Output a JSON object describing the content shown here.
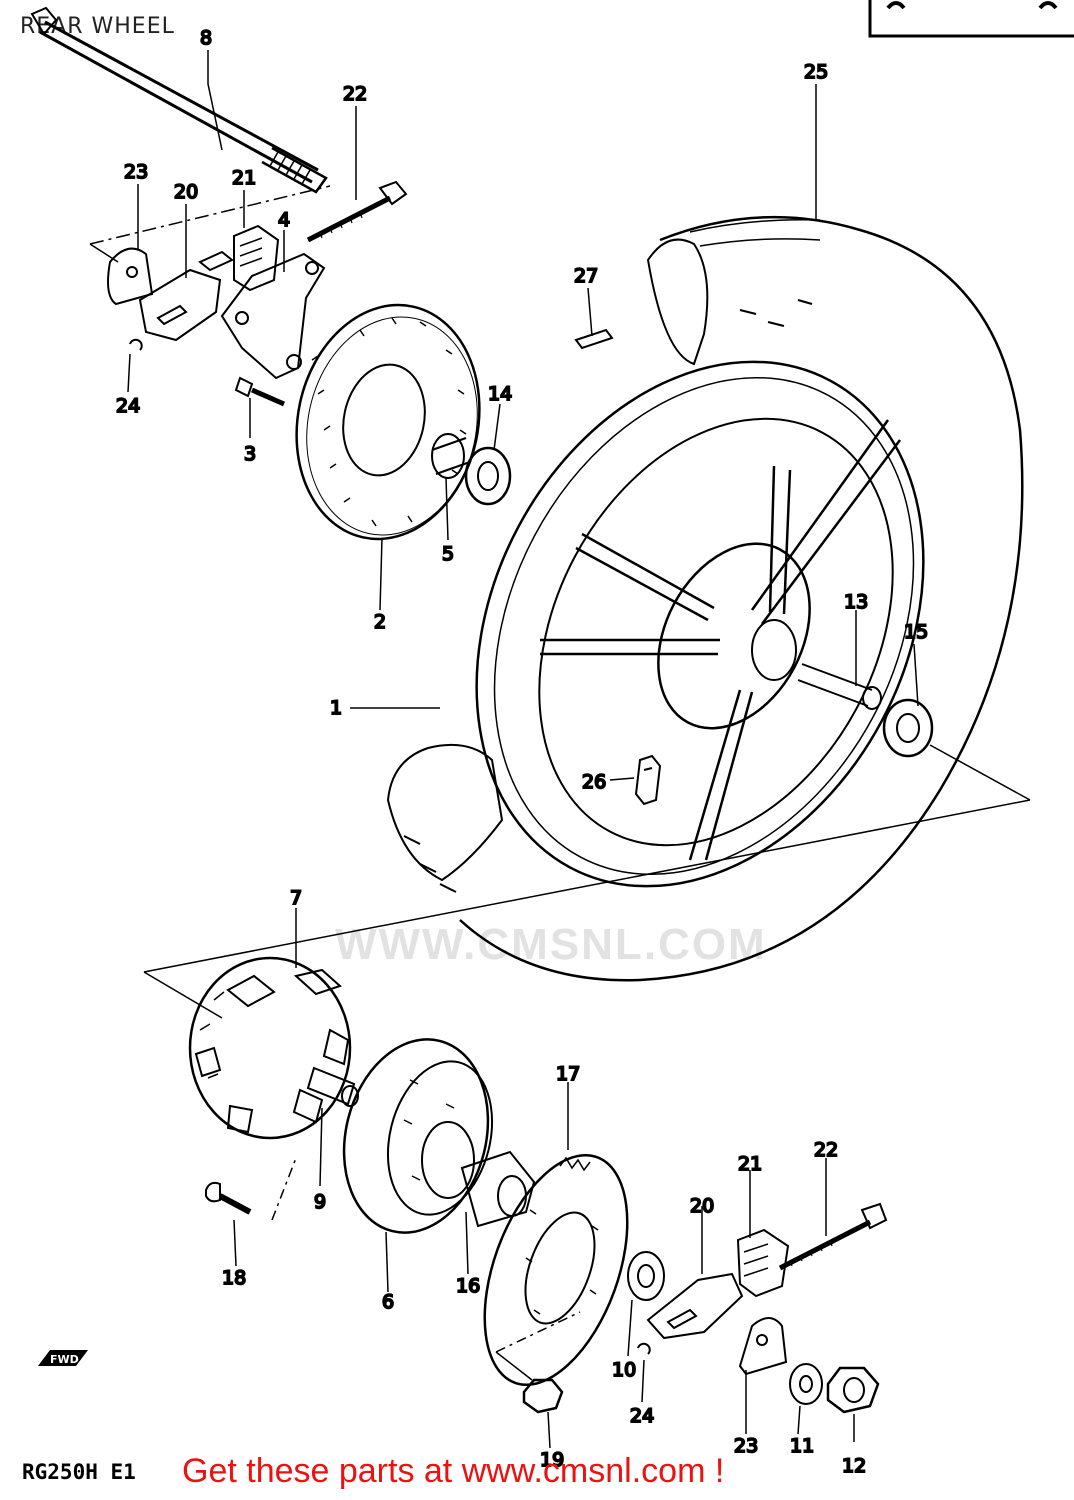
{
  "header": {
    "title": "REAR WHEEL"
  },
  "footer": {
    "model_code": "RG250H E1",
    "promo_text": "Get these parts at www.cmsnl.com !"
  },
  "watermark": {
    "text": "WWW.CMSNL.COM"
  },
  "fwd_badge": {
    "text": "FWD"
  },
  "callouts": [
    {
      "id": "c8",
      "label": "8"
    },
    {
      "id": "c22a",
      "label": "22"
    },
    {
      "id": "c25",
      "label": "25"
    },
    {
      "id": "c23a",
      "label": "23"
    },
    {
      "id": "c20a",
      "label": "20"
    },
    {
      "id": "c21a",
      "label": "21"
    },
    {
      "id": "c4",
      "label": "4"
    },
    {
      "id": "c27",
      "label": "27"
    },
    {
      "id": "c24a",
      "label": "24"
    },
    {
      "id": "c3",
      "label": "3"
    },
    {
      "id": "c14",
      "label": "14"
    },
    {
      "id": "c5",
      "label": "5"
    },
    {
      "id": "c2",
      "label": "2"
    },
    {
      "id": "c13",
      "label": "13"
    },
    {
      "id": "c15",
      "label": "15"
    },
    {
      "id": "c1",
      "label": "1"
    },
    {
      "id": "c26",
      "label": "26"
    },
    {
      "id": "c7",
      "label": "7"
    },
    {
      "id": "c17",
      "label": "17"
    },
    {
      "id": "c21b",
      "label": "21"
    },
    {
      "id": "c22b",
      "label": "22"
    },
    {
      "id": "c9",
      "label": "9"
    },
    {
      "id": "c20b",
      "label": "20"
    },
    {
      "id": "c18",
      "label": "18"
    },
    {
      "id": "c6",
      "label": "6"
    },
    {
      "id": "c16",
      "label": "16"
    },
    {
      "id": "c10",
      "label": "10"
    },
    {
      "id": "c19",
      "label": "19"
    },
    {
      "id": "c24b",
      "label": "24"
    },
    {
      "id": "c23b",
      "label": "23"
    },
    {
      "id": "c11",
      "label": "11"
    },
    {
      "id": "c12",
      "label": "12"
    }
  ]
}
